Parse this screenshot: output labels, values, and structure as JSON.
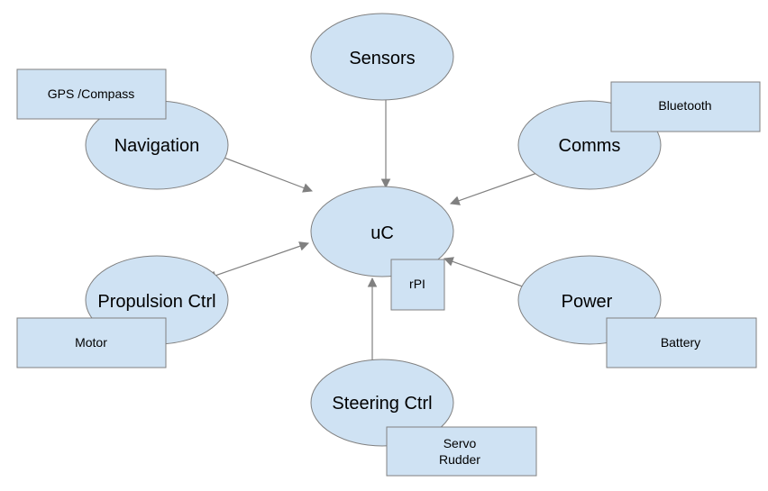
{
  "nodes": {
    "uc": "uC",
    "sensors": "Sensors",
    "navigation": "Navigation",
    "comms": "Comms",
    "propulsion": "Propulsion Ctrl",
    "power": "Power",
    "steering": "Steering Ctrl"
  },
  "boxes": {
    "gps": "GPS /Compass",
    "bluetooth": "Bluetooth",
    "motor": "Motor",
    "battery": "Battery",
    "rpi": "rPI",
    "servo_line1": "Servo",
    "servo_line2": "Rudder"
  },
  "colors": {
    "fill": "#cfe2f3",
    "stroke": "#808080",
    "arrow": "#808080"
  }
}
